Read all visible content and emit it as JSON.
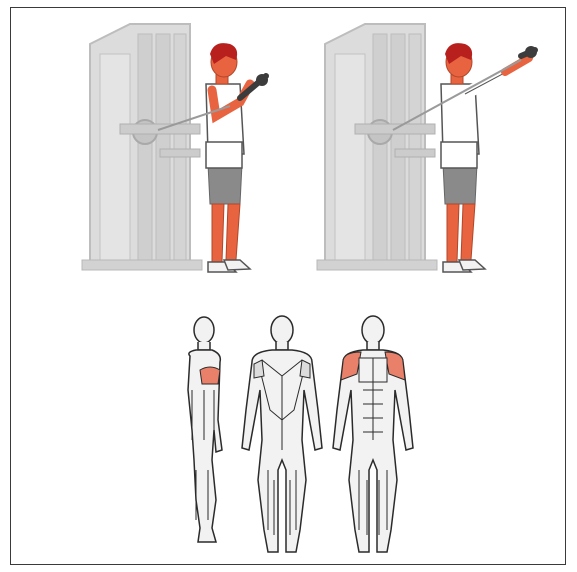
{
  "illustration": {
    "panels": [
      {
        "name": "start-position"
      },
      {
        "name": "end-position"
      }
    ],
    "muscle_views": [
      "side-view",
      "back-view",
      "front-view"
    ]
  },
  "colors": {
    "machine": "#d9d9d9",
    "machine_edge": "#b8b8b8",
    "skin": "#e8633f",
    "hair": "#b8201e",
    "shirt": "#ffffff",
    "shorts": "#8a8a8a",
    "shoe": "#f0f0f0",
    "handle": "#3c3c3c",
    "body_chart": "#f2f2f2",
    "body_outline": "#2b2b2b",
    "highlight": "#e8806a"
  }
}
